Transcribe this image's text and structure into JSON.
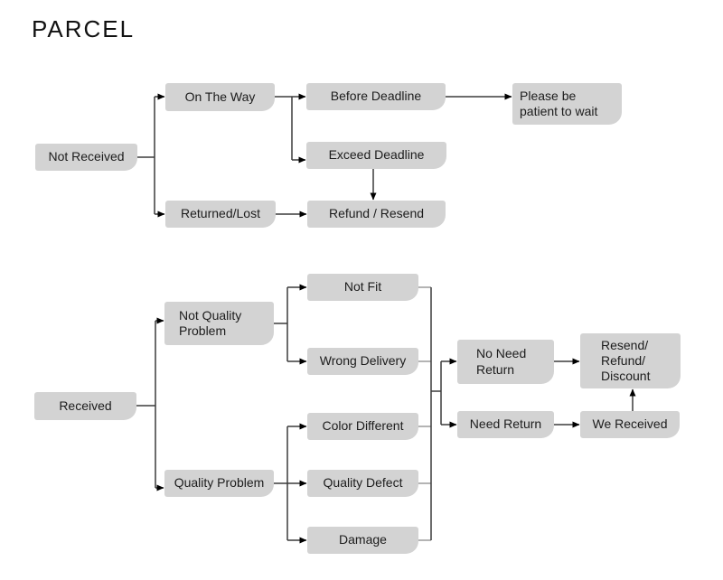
{
  "title": "PARCEL",
  "diagram": {
    "nodes": [
      {
        "id": "not-received",
        "label": "Not Received"
      },
      {
        "id": "on-the-way",
        "label": "On The Way"
      },
      {
        "id": "before-deadline",
        "label": "Before Deadline"
      },
      {
        "id": "please-wait",
        "label": "Please be\npatient to wait"
      },
      {
        "id": "exceed-deadline",
        "label": "Exceed Deadline"
      },
      {
        "id": "returned-lost",
        "label": "Returned/Lost"
      },
      {
        "id": "refund-resend",
        "label": "Refund / Resend"
      },
      {
        "id": "received",
        "label": "Received"
      },
      {
        "id": "not-quality-problem",
        "label": "Not Quality\nProblem"
      },
      {
        "id": "quality-problem",
        "label": "Quality Problem"
      },
      {
        "id": "not-fit",
        "label": "Not Fit"
      },
      {
        "id": "wrong-delivery",
        "label": "Wrong Delivery"
      },
      {
        "id": "color-different",
        "label": "Color Different"
      },
      {
        "id": "quality-defect",
        "label": "Quality Defect"
      },
      {
        "id": "damage",
        "label": "Damage"
      },
      {
        "id": "no-need-return",
        "label": "No Need\nReturn"
      },
      {
        "id": "need-return",
        "label": "Need Return"
      },
      {
        "id": "resend-refund-discount",
        "label": "Resend/\nRefund/\nDiscount"
      },
      {
        "id": "we-received",
        "label": "We Received"
      }
    ],
    "edges": [
      {
        "from": "not-received",
        "to": "on-the-way"
      },
      {
        "from": "not-received",
        "to": "returned-lost"
      },
      {
        "from": "on-the-way",
        "to": "before-deadline"
      },
      {
        "from": "on-the-way",
        "to": "exceed-deadline"
      },
      {
        "from": "before-deadline",
        "to": "please-wait"
      },
      {
        "from": "exceed-deadline",
        "to": "refund-resend"
      },
      {
        "from": "returned-lost",
        "to": "refund-resend"
      },
      {
        "from": "received",
        "to": "not-quality-problem"
      },
      {
        "from": "received",
        "to": "quality-problem"
      },
      {
        "from": "not-quality-problem",
        "to": "not-fit"
      },
      {
        "from": "not-quality-problem",
        "to": "wrong-delivery"
      },
      {
        "from": "quality-problem",
        "to": "color-different"
      },
      {
        "from": "quality-problem",
        "to": "quality-defect"
      },
      {
        "from": "quality-problem",
        "to": "damage"
      },
      {
        "from": [
          "not-fit",
          "wrong-delivery",
          "color-different",
          "quality-defect",
          "damage"
        ],
        "to": [
          "no-need-return",
          "need-return"
        ],
        "type": "merge-branch"
      },
      {
        "from": "no-need-return",
        "to": "resend-refund-discount"
      },
      {
        "from": "need-return",
        "to": "we-received"
      },
      {
        "from": "we-received",
        "to": "resend-refund-discount"
      }
    ],
    "colors": {
      "node_fill": "#d3d3d3",
      "node_text": "#1c1c1c",
      "connector": "#3b3b3b",
      "stub": "#8c8c8c",
      "arrowhead": "#000000",
      "background": "#ffffff"
    }
  }
}
